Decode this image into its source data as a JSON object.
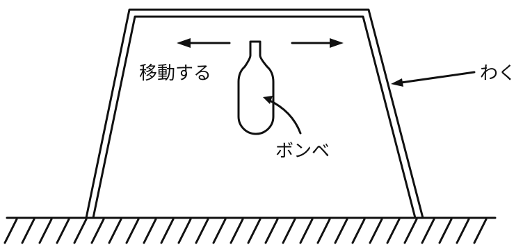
{
  "labels": {
    "move": "移動する",
    "frame": "わく",
    "cylinder": "ボンベ"
  },
  "colors": {
    "ink": "#111111",
    "background": "#ffffff"
  }
}
